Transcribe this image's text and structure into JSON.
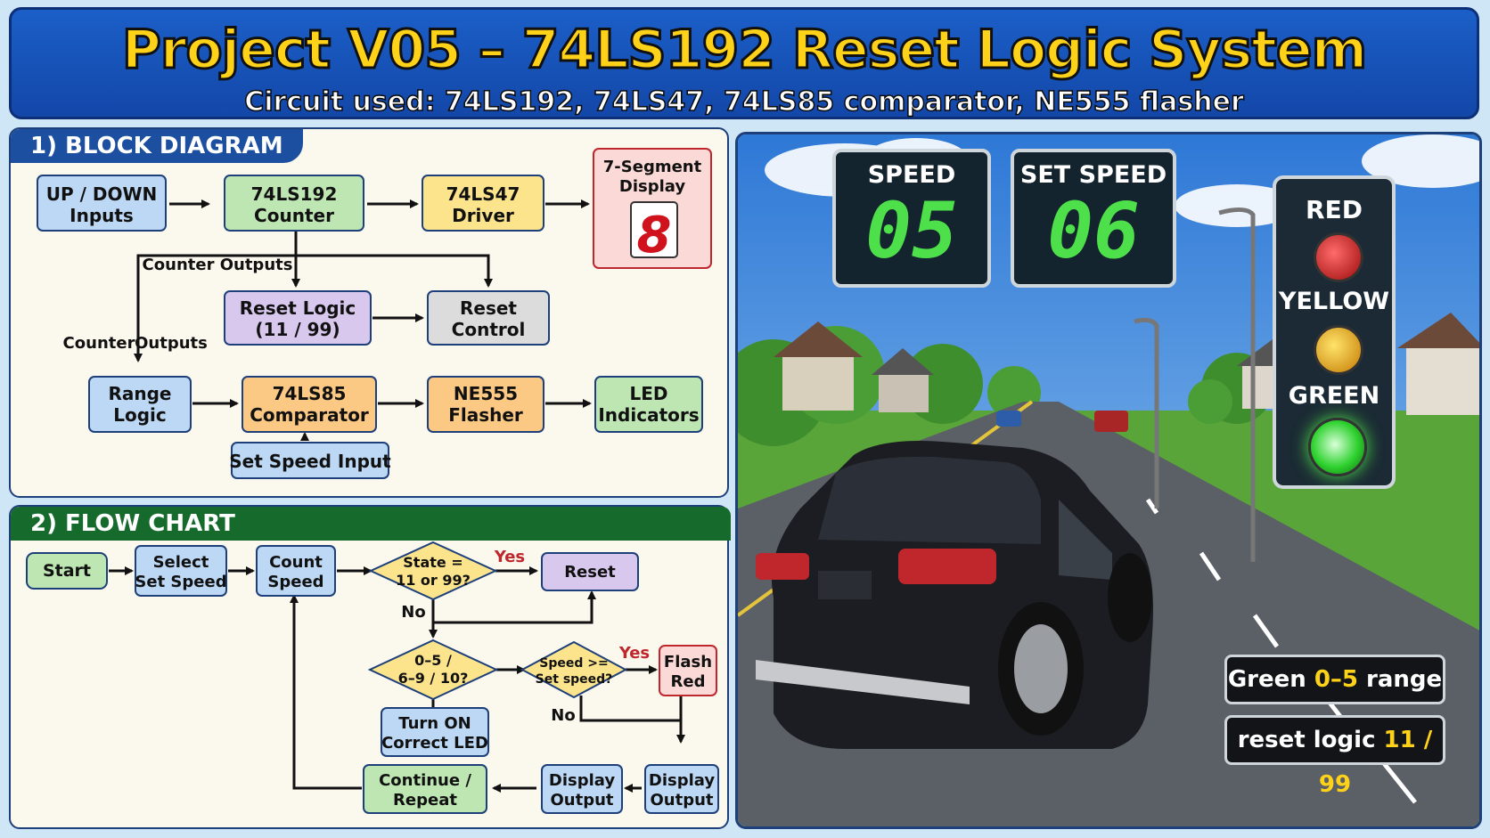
{
  "header": {
    "title": "Project V05 – 74LS192 Reset Logic System",
    "subtitle": "Circuit used: 74LS192, 74LS47, 74LS85 comparator, NE555 flasher"
  },
  "block_diagram": {
    "heading": "1) BLOCK DIAGRAM",
    "updown": [
      "UP / DOWN",
      "Inputs"
    ],
    "counter": [
      "74LS192",
      "Counter"
    ],
    "driver": [
      "74LS47",
      "Driver"
    ],
    "display": [
      "7-Segment",
      "Display"
    ],
    "display_digit": "8",
    "counter_outputs_1": "Counter Outputs",
    "counter_outputs_2a": "Counter",
    "counter_outputs_2b": "Outputs",
    "reset_logic": [
      "Reset Logic",
      "(11 / 99)"
    ],
    "reset_control": [
      "Reset",
      "Control"
    ],
    "range_logic": [
      "Range",
      "Logic"
    ],
    "comparator": [
      "74LS85",
      "Comparator"
    ],
    "flasher": [
      "NE555",
      "Flasher"
    ],
    "led": [
      "LED",
      "Indicators"
    ],
    "set_speed_input": "Set Speed Input"
  },
  "flow_chart": {
    "heading": "2) FLOW CHART",
    "start": "Start",
    "select": [
      "Select",
      "Set Speed"
    ],
    "count": [
      "Count",
      "Speed"
    ],
    "state": [
      "State =",
      "11 or 99?"
    ],
    "yes1": "Yes",
    "reset": "Reset",
    "no1": "No",
    "range": [
      "0–5 /",
      "6–9 / 10?"
    ],
    "speed_check": [
      "Speed >=",
      "Set speed?"
    ],
    "yes2": "Yes",
    "flash": [
      "Flash",
      "Red"
    ],
    "no2": "No",
    "turn_on": [
      "Turn ON",
      "Correct LED"
    ],
    "continue": [
      "Continue /",
      "Repeat"
    ],
    "display_output_1": [
      "Display",
      "Output"
    ],
    "display_output_2": [
      "Display",
      "Output"
    ]
  },
  "scene": {
    "speed_label": "SPEED",
    "speed_value": "05",
    "set_speed_label": "SET SPEED",
    "set_speed_value": "06",
    "light_red": "RED",
    "light_yellow": "YELLOW",
    "light_green": "GREEN",
    "info1_a": "Green ",
    "info1_b": "0–5",
    "info1_c": " range",
    "info2_a": "reset logic ",
    "info2_b": "11 / 99"
  },
  "colors": {
    "header_bg": "#1b5fc8",
    "title": "#ffd21a",
    "block_tab": "#1d4fa0",
    "flow_tab": "#166b2c",
    "seg_green": "#4ee04a",
    "info_highlight": "#ffd21a"
  }
}
